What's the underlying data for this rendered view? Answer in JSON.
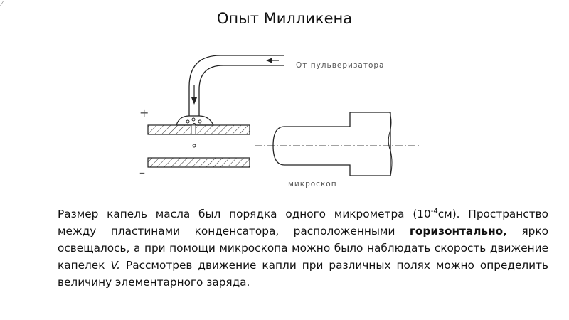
{
  "slide": {
    "title": "Опыт Милликена",
    "corner_mark": "⁄"
  },
  "diagram": {
    "label_sprayer": "От пульверизатора",
    "label_microscope": "микроскоп",
    "plus_sign": "+",
    "minus_sign": "–"
  },
  "paragraph": {
    "part1": "Размер капель масла был порядка одного микрометра (10",
    "exponent": "-4",
    "part2": "см). Пространство между пластинами конденсатора, расположенными ",
    "bold": "горизонтально,",
    "part3": " ярко освещалось, а при помощи микроскопа можно было наблюдать скорость движение капелек ",
    "italic": "V.",
    "part4": " Рассмотрев движение капли при различных полях можно определить величину элементарного заряда."
  }
}
